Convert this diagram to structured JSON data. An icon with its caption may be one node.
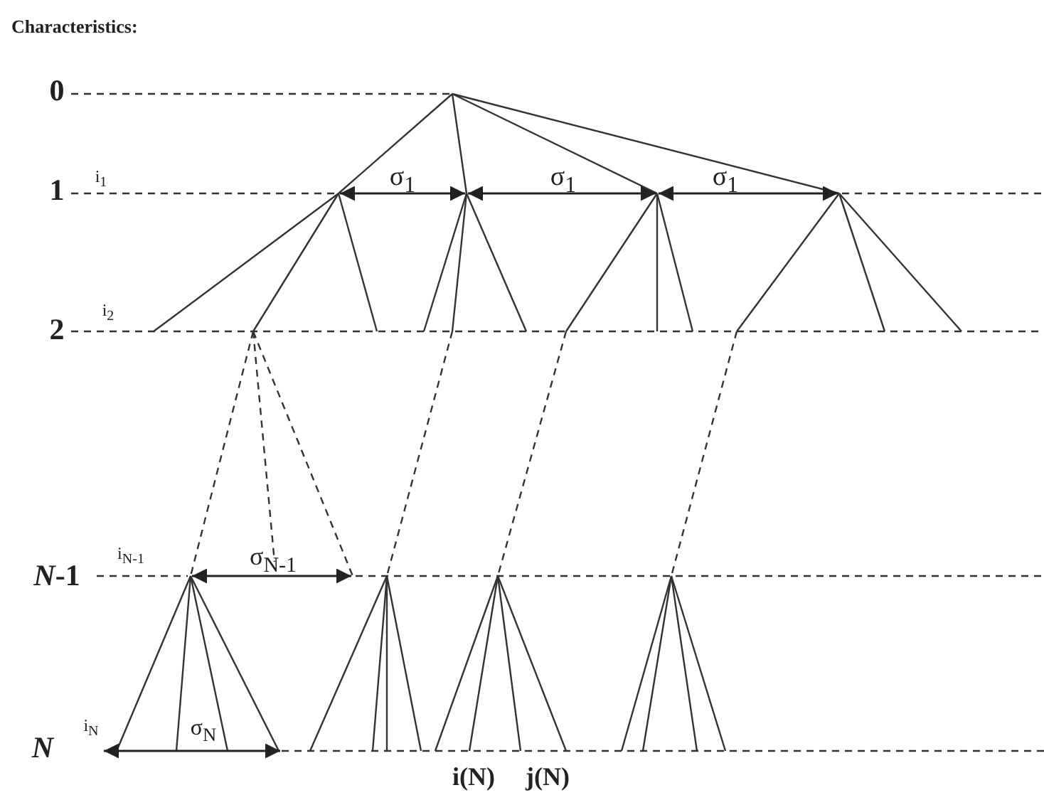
{
  "diagram": {
    "title": "Characteristics:",
    "labels": [
      "0",
      "i$_{1}$",
      "1",
      "σ$_{1}$",
      "σ$_{1}$",
      "σ$_{1}$",
      "i$_{2}$",
      "2",
      "i$_{N-1}$",
      "σ$_{N-1}$",
      "*N*-1",
      "i$_{N}$",
      "σ$_{N}$",
      "N",
      "i(N)",
      "j(N)"
    ]
  }
}
